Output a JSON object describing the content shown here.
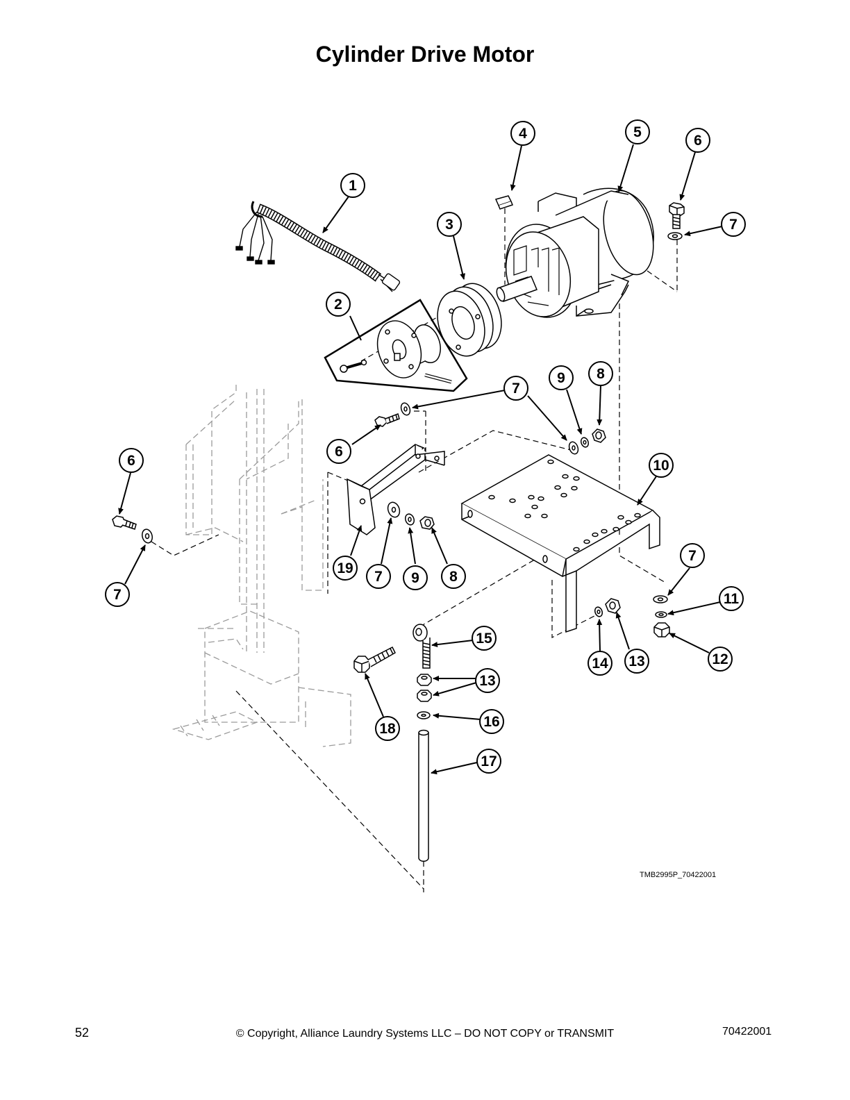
{
  "page_title": "Cylinder Drive Motor",
  "drawing_id": "TMB2995P_70422001",
  "footer": {
    "page_number": "52",
    "copyright": "© Copyright, Alliance Laundry Systems LLC – DO NOT COPY or TRANSMIT",
    "document_number": "70422001"
  },
  "callouts": [
    {
      "id": "c1a",
      "label": "1"
    },
    {
      "id": "c2a",
      "label": "2"
    },
    {
      "id": "c3a",
      "label": "3"
    },
    {
      "id": "c4a",
      "label": "4"
    },
    {
      "id": "c5a",
      "label": "5"
    },
    {
      "id": "c6a",
      "label": "6"
    },
    {
      "id": "c7a",
      "label": "7"
    },
    {
      "id": "c7b",
      "label": "7"
    },
    {
      "id": "c9a",
      "label": "9"
    },
    {
      "id": "c8a",
      "label": "8"
    },
    {
      "id": "c6b",
      "label": "6"
    },
    {
      "id": "c6c",
      "label": "6"
    },
    {
      "id": "c10a",
      "label": "10"
    },
    {
      "id": "c19a",
      "label": "19"
    },
    {
      "id": "c7c",
      "label": "7"
    },
    {
      "id": "c9b",
      "label": "9"
    },
    {
      "id": "c8b",
      "label": "8"
    },
    {
      "id": "c7d",
      "label": "7"
    },
    {
      "id": "c7e",
      "label": "7"
    },
    {
      "id": "c11a",
      "label": "11"
    },
    {
      "id": "c15a",
      "label": "15"
    },
    {
      "id": "c14a",
      "label": "14"
    },
    {
      "id": "c13a",
      "label": "13"
    },
    {
      "id": "c12a",
      "label": "12"
    },
    {
      "id": "c13b",
      "label": "13"
    },
    {
      "id": "c16a",
      "label": "16"
    },
    {
      "id": "c18a",
      "label": "18"
    },
    {
      "id": "c17a",
      "label": "17"
    }
  ]
}
